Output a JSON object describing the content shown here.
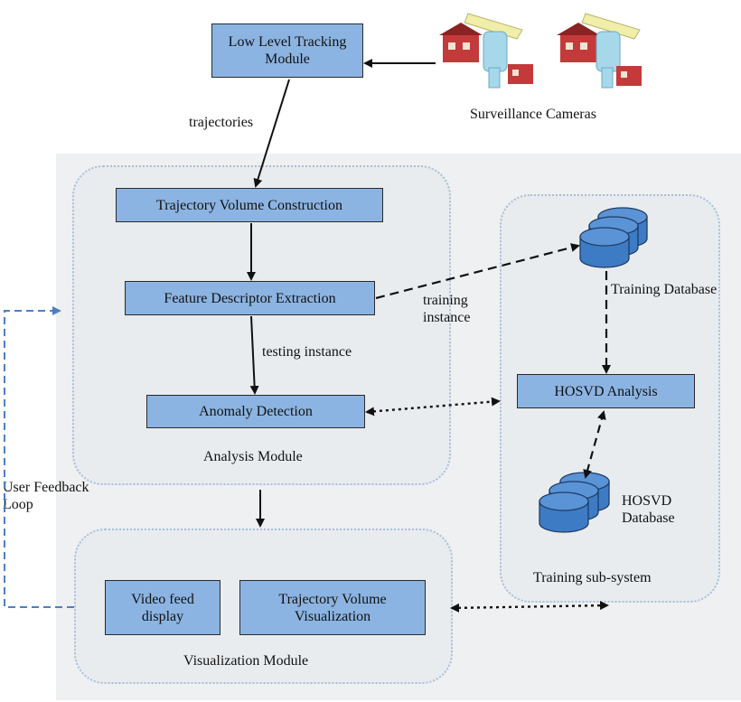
{
  "boxes": {
    "low_level_tracking": "Low Level Tracking Module",
    "trajectory_volume_construction": "Trajectory Volume Construction",
    "feature_descriptor_extraction": "Feature Descriptor Extraction",
    "anomaly_detection": "Anomaly Detection",
    "hosvd_analysis": "HOSVD Analysis",
    "video_feed_display": "Video feed display",
    "trajectory_volume_visualization": "Trajectory Volume Visualization"
  },
  "labels": {
    "surveillance_cameras": "Surveillance Cameras",
    "trajectories": "trajectories",
    "training_instance": "training instance",
    "testing_instance": "testing instance",
    "training_database": "Training Database",
    "hosvd_database": "HOSVD Database",
    "analysis_module": "Analysis Module",
    "training_subsystem": "Training sub-system",
    "visualization_module": "Visualization Module",
    "user_feedback_loop": "User Feedback Loop"
  },
  "colors": {
    "box_fill": "#8cb4e2",
    "database_fill": "#3d7cc4",
    "region_border": "#a8bfd8",
    "feedback_line": "#4f7fc0",
    "camera_house": "#c43a3a"
  },
  "icons": [
    "surveillance-camera-icon",
    "database-icon"
  ]
}
